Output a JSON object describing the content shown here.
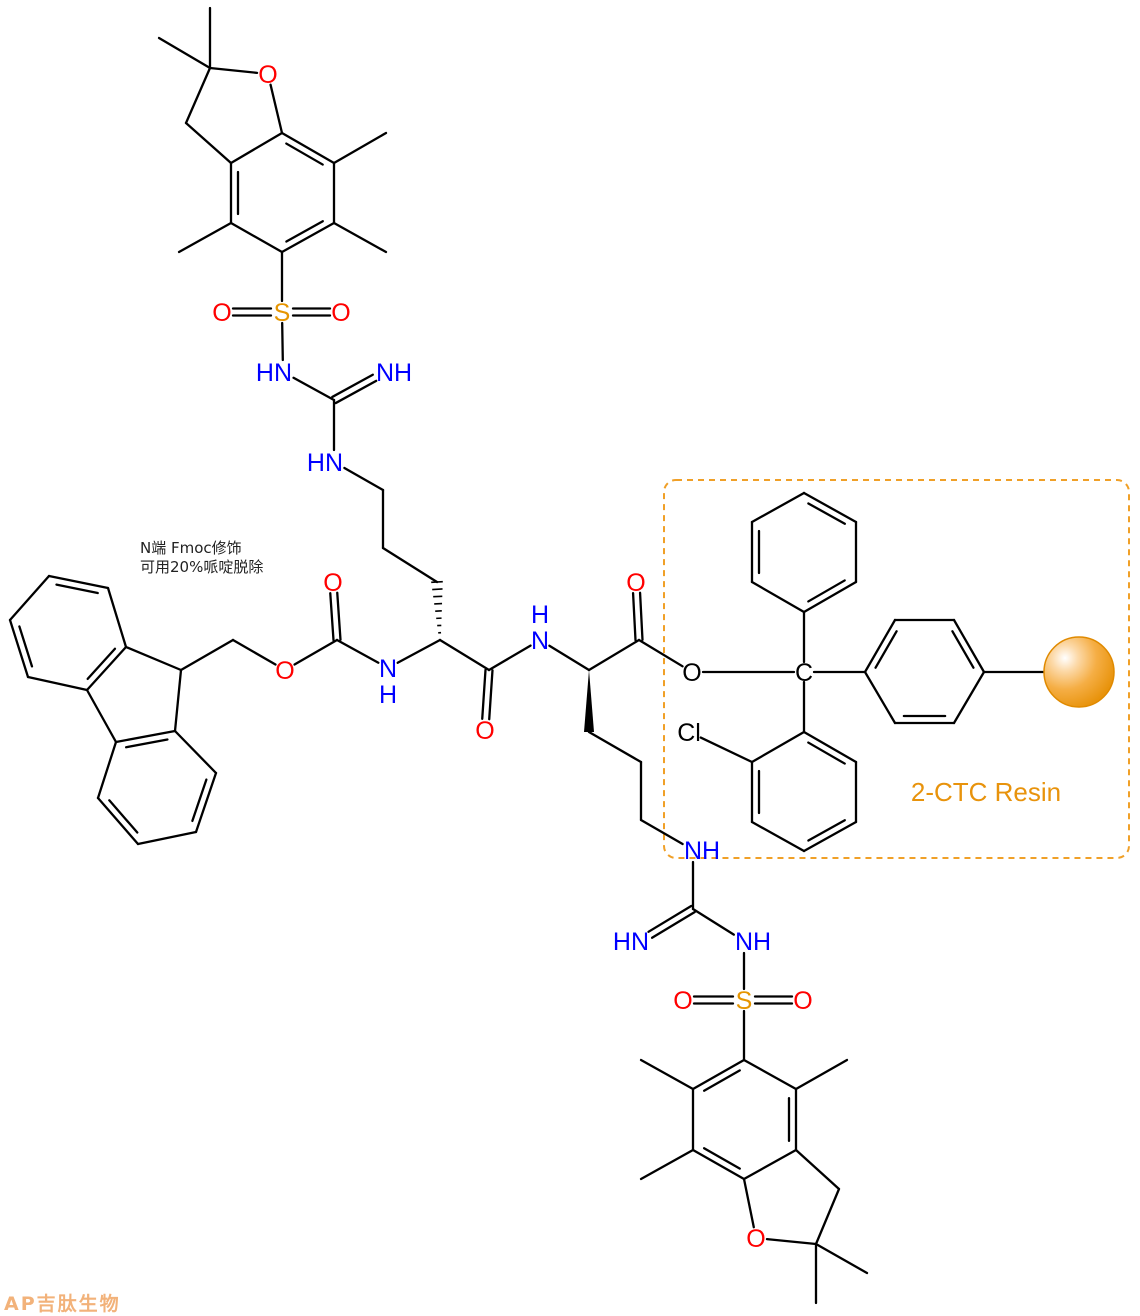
{
  "annotation": {
    "line1": "N端 Fmoc修饰",
    "line2": "可用20%哌啶脱除"
  },
  "resin_label": "2-CTC Resin",
  "logo_text": "AP吉肽生物",
  "atom_labels": [
    "O",
    "S",
    "O",
    "O",
    "HN",
    "NH",
    "HN",
    "O",
    "O",
    "N",
    "H",
    "O",
    "H",
    "N",
    "O",
    "O",
    "C",
    "Cl",
    "NH",
    "HN",
    "NH",
    "S",
    "O",
    "O",
    "O"
  ],
  "colors": {
    "oxygen": "#FF0000",
    "nitrogen": "#0000FF",
    "sulfur": "#E69500",
    "carbon": "#000000",
    "resin": "#E8930C",
    "bead": "#F0A028"
  }
}
